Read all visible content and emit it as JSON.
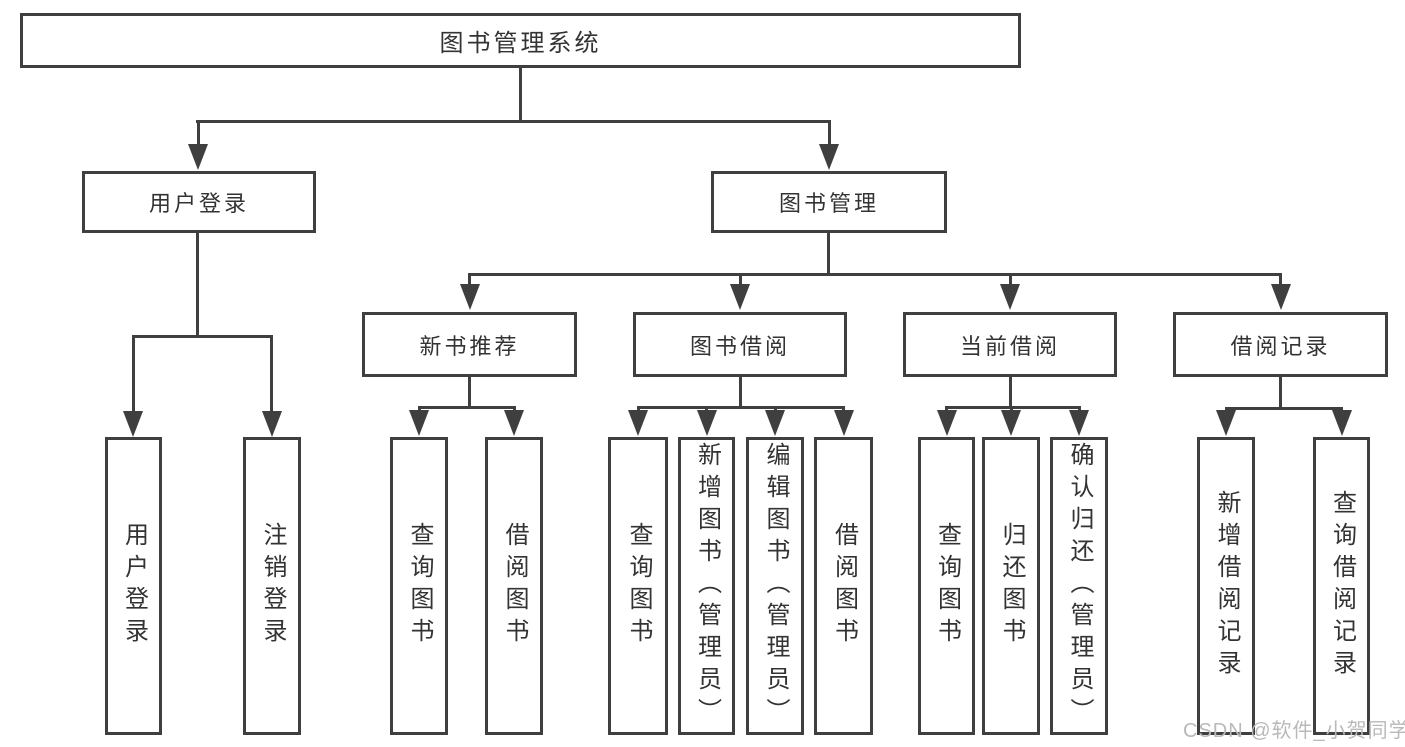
{
  "nodes": {
    "root": {
      "label": "图书管理系统"
    },
    "user_login": {
      "label": "用户登录"
    },
    "book_mgmt": {
      "label": "图书管理"
    },
    "new_book_rec": {
      "label": "新书推荐"
    },
    "book_borrow": {
      "label": "图书借阅"
    },
    "current_borrow": {
      "label": "当前借阅"
    },
    "borrow_records": {
      "label": "借阅记录"
    },
    "leaf_user_login": {
      "label": "用户登录"
    },
    "leaf_logout": {
      "label": "注销登录"
    },
    "leaf_nb_query": {
      "label": "查询图书"
    },
    "leaf_nb_borrow": {
      "label": "借阅图书"
    },
    "leaf_bb_query": {
      "label": "查询图书"
    },
    "leaf_bb_add": {
      "label": "新增图书（管理员）"
    },
    "leaf_bb_edit": {
      "label": "编辑图书（管理员）"
    },
    "leaf_bb_borrow": {
      "label": "借阅图书"
    },
    "leaf_cb_query": {
      "label": "查询图书"
    },
    "leaf_cb_return": {
      "label": "归还图书"
    },
    "leaf_cb_confirm": {
      "label": "确认归还（管理员）"
    },
    "leaf_br_add": {
      "label": "新增借阅记录"
    },
    "leaf_br_query": {
      "label": "查询借阅记录"
    }
  },
  "watermark": {
    "text": "CSDN @软件_小贺同学"
  },
  "colors": {
    "line": "#3f3f3f",
    "text": "#333333",
    "watermark": "#b9b9b9",
    "background": "#ffffff"
  }
}
